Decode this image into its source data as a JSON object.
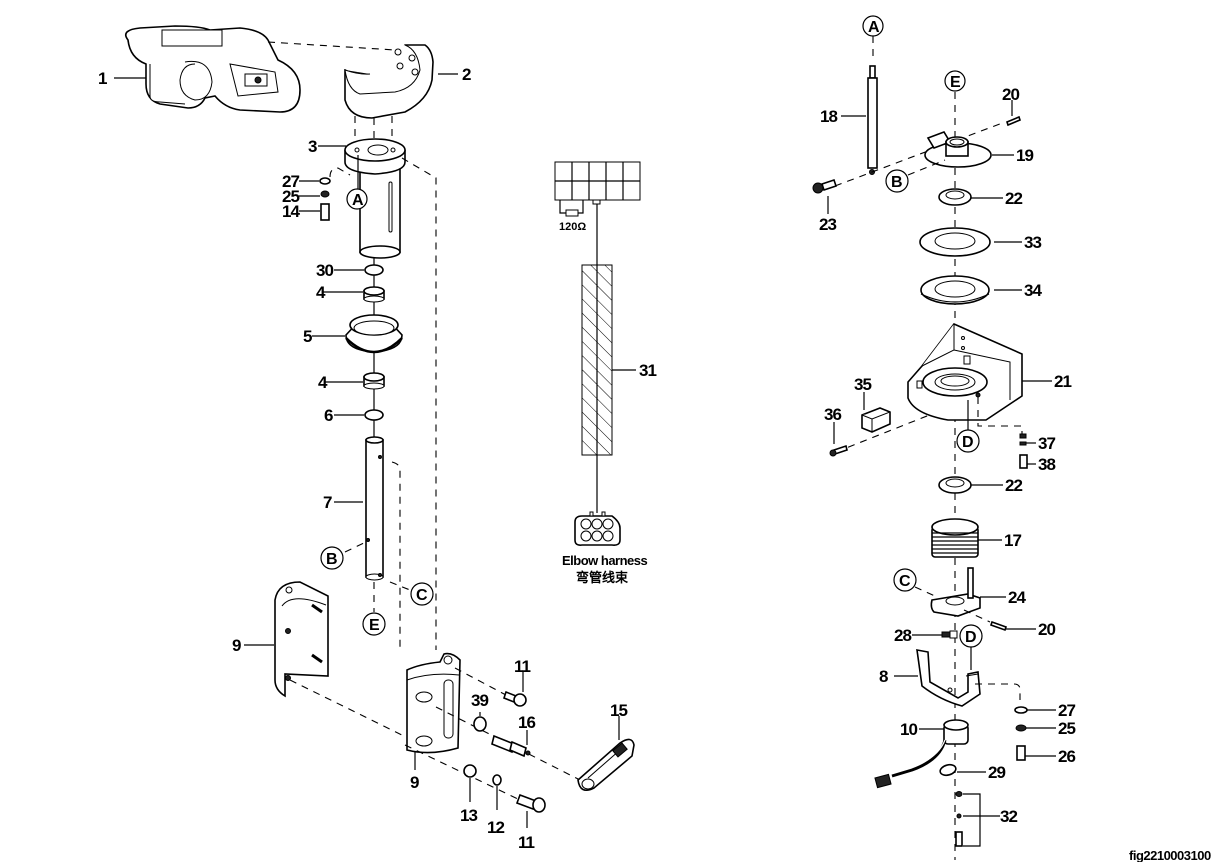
{
  "figure_id": "fig2210003100",
  "harness": {
    "resistor_label": "120Ω",
    "name_en": "Elbow harness",
    "name_cn": "弯管线束"
  },
  "callouts": {
    "A": "A",
    "B": "B",
    "C": "C",
    "D": "D",
    "E": "E"
  },
  "labels": {
    "p1": "1",
    "p2": "2",
    "p3": "3",
    "p27a": "27",
    "p25a": "25",
    "p14": "14",
    "p30": "30",
    "p4a": "4",
    "p5": "5",
    "p4b": "4",
    "p6": "6",
    "p7": "7",
    "p9a": "9",
    "p9b": "9",
    "p11a": "11",
    "p39": "39",
    "p16": "16",
    "p15": "15",
    "p13": "13",
    "p12": "12",
    "p11b": "11",
    "p31": "31",
    "p18": "18",
    "p20a": "20",
    "p19": "19",
    "p23": "23",
    "p22a": "22",
    "p33": "33",
    "p34": "34",
    "p35": "35",
    "p21": "21",
    "p36": "36",
    "p37": "37",
    "p38": "38",
    "p22b": "22",
    "p17": "17",
    "p24": "24",
    "p28": "28",
    "p20b": "20",
    "p8": "8",
    "p27b": "27",
    "p10": "10",
    "p25b": "25",
    "p26": "26",
    "p29": "29",
    "p32": "32"
  }
}
